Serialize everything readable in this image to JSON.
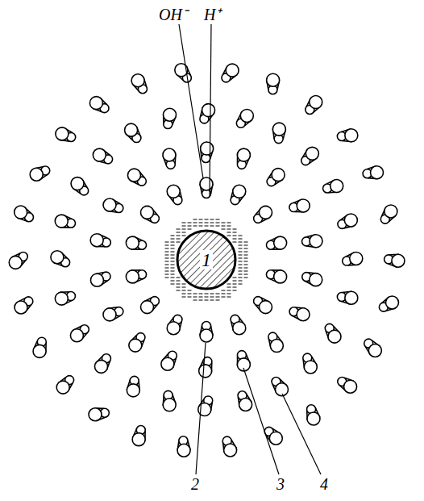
{
  "diagram": {
    "nodes": [
      {
        "text": [
          "1"
        ]
      }
    ],
    "labels": [
      "OH⁻",
      "H⁺",
      "2",
      "3",
      "4"
    ]
  }
}
